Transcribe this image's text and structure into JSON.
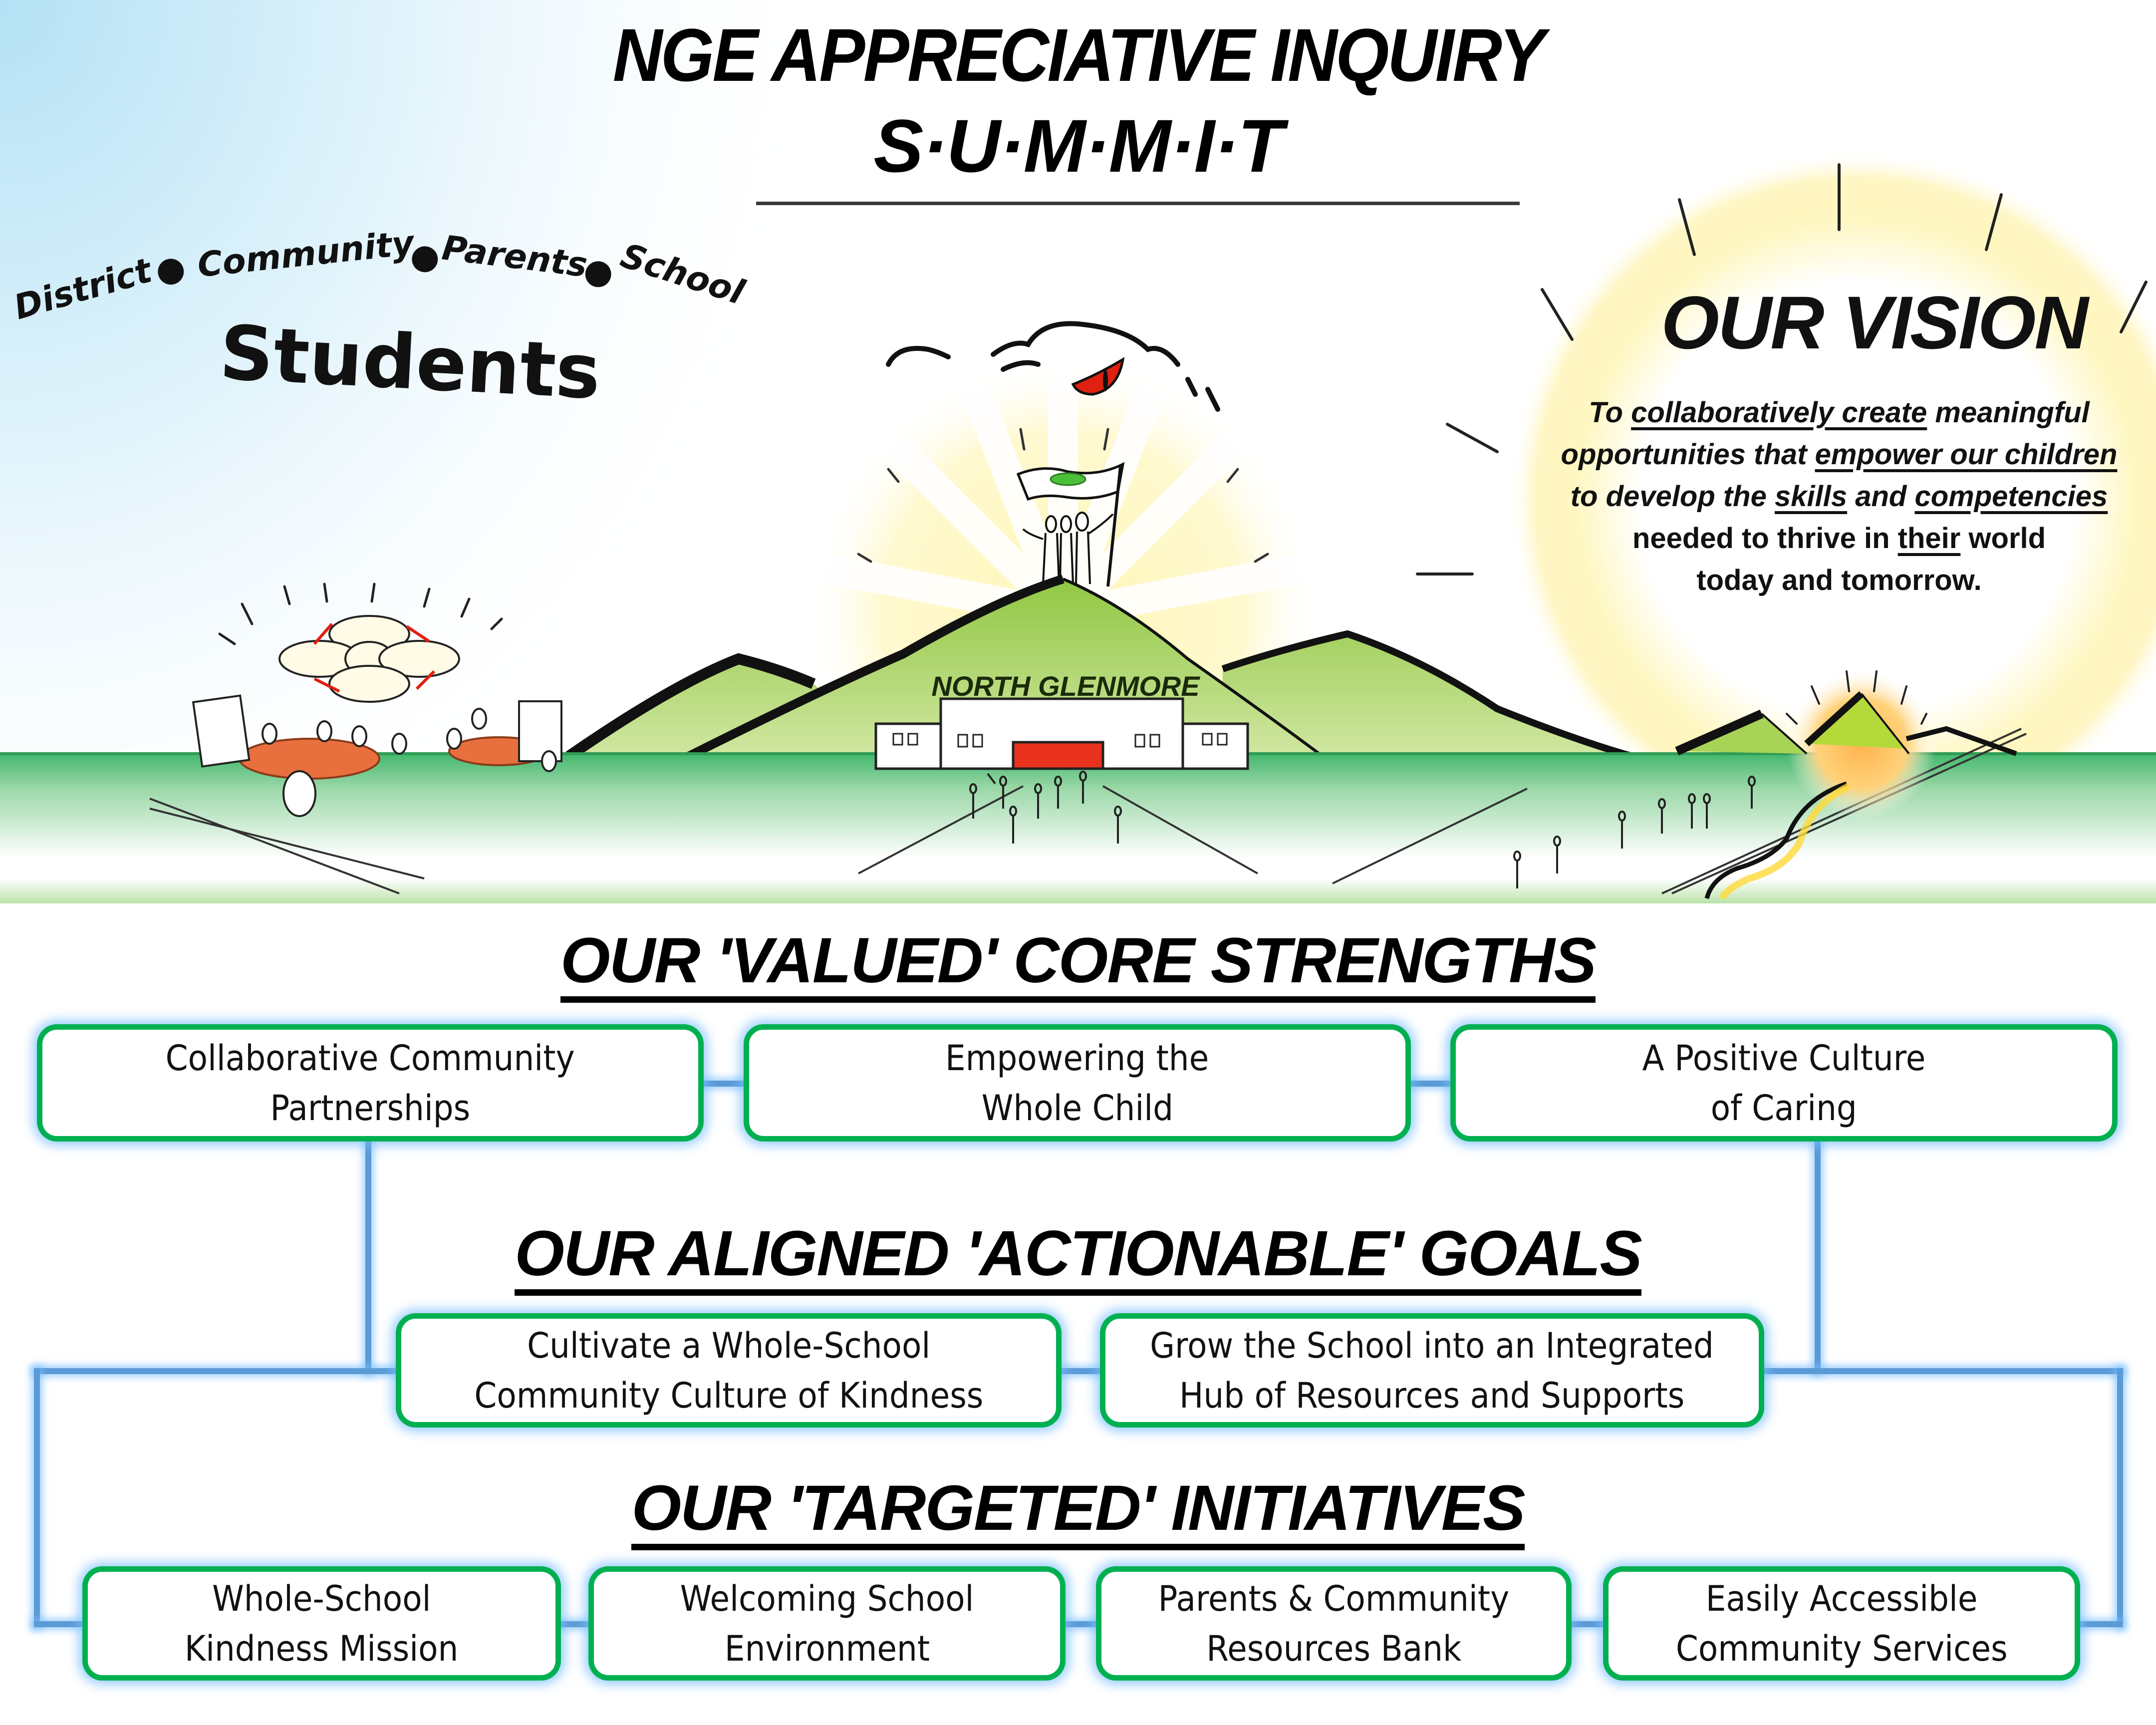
{
  "header": {
    "title_line1": "NGE APPRECIATIVE INQUIRY",
    "title_line2": "S·U·M·M·I·T"
  },
  "stakeholders": {
    "arc_words": [
      "District",
      "Community",
      "Parents",
      "School"
    ],
    "bullet": "●",
    "center": "Students"
  },
  "illustration": {
    "school_name": "NORTH GLENMORE",
    "icons": [
      "collaboration-tables-icon",
      "mountain-icon",
      "school-building-icon",
      "flag-icon",
      "eye-cloud-icon",
      "sunrise-icon",
      "path-icon",
      "walking-people-icon"
    ]
  },
  "vision": {
    "title": "OUR VISION",
    "lines": [
      {
        "parts": [
          {
            "t": "To ",
            "u": false
          },
          {
            "t": "collaboratively create",
            "u": true
          },
          {
            "t": " meaningful",
            "u": false
          }
        ],
        "italic": true
      },
      {
        "parts": [
          {
            "t": "opportunities that ",
            "u": false
          },
          {
            "t": "empower our children",
            "u": true
          }
        ],
        "italic": true
      },
      {
        "parts": [
          {
            "t": "to develop the ",
            "u": false
          },
          {
            "t": "skills",
            "u": true
          },
          {
            "t": " and ",
            "u": false
          },
          {
            "t": "competencies",
            "u": true
          }
        ],
        "italic": true
      },
      {
        "parts": [
          {
            "t": "needed to thrive in ",
            "u": false
          },
          {
            "t": "their",
            "u": true
          },
          {
            "t": " world",
            "u": false
          }
        ],
        "italic": false
      },
      {
        "parts": [
          {
            "t": "today and tomorrow.",
            "u": false
          }
        ],
        "italic": false
      }
    ]
  },
  "core_strengths": {
    "heading": "OUR 'VALUED' CORE STRENGTHS",
    "items": [
      {
        "line1": "Collaborative Community",
        "line2": "Partnerships"
      },
      {
        "line1": "Empowering the",
        "line2": "Whole Child"
      },
      {
        "line1": "A Positive Culture",
        "line2": "of Caring"
      }
    ]
  },
  "goals": {
    "heading": "OUR ALIGNED 'ACTIONABLE' GOALS",
    "items": [
      {
        "line1": "Cultivate a Whole-School",
        "line2": "Community Culture of Kindness"
      },
      {
        "line1": "Grow the School into an Integrated",
        "line2": "Hub of Resources and Supports"
      }
    ]
  },
  "initiatives": {
    "heading": "OUR 'TARGETED' INITIATIVES",
    "items": [
      {
        "line1": "Whole-School",
        "line2": "Kindness Mission"
      },
      {
        "line1": "Welcoming School",
        "line2": "Environment"
      },
      {
        "line1": "Parents & Community",
        "line2": "Resources Bank"
      },
      {
        "line1": "Easily Accessible",
        "line2": "Community Services"
      }
    ]
  },
  "colors": {
    "box_border": "#00B050",
    "connector": "#5B9BD5",
    "glow": "#9FD0FF",
    "mountain_green": "#9BC53D",
    "ground_green": "#3DB56A",
    "door_red": "#E8321E",
    "eye_red": "#E02010",
    "sun_yellow": "#FFF4A8",
    "sky_blue": "#BDE6F6"
  }
}
